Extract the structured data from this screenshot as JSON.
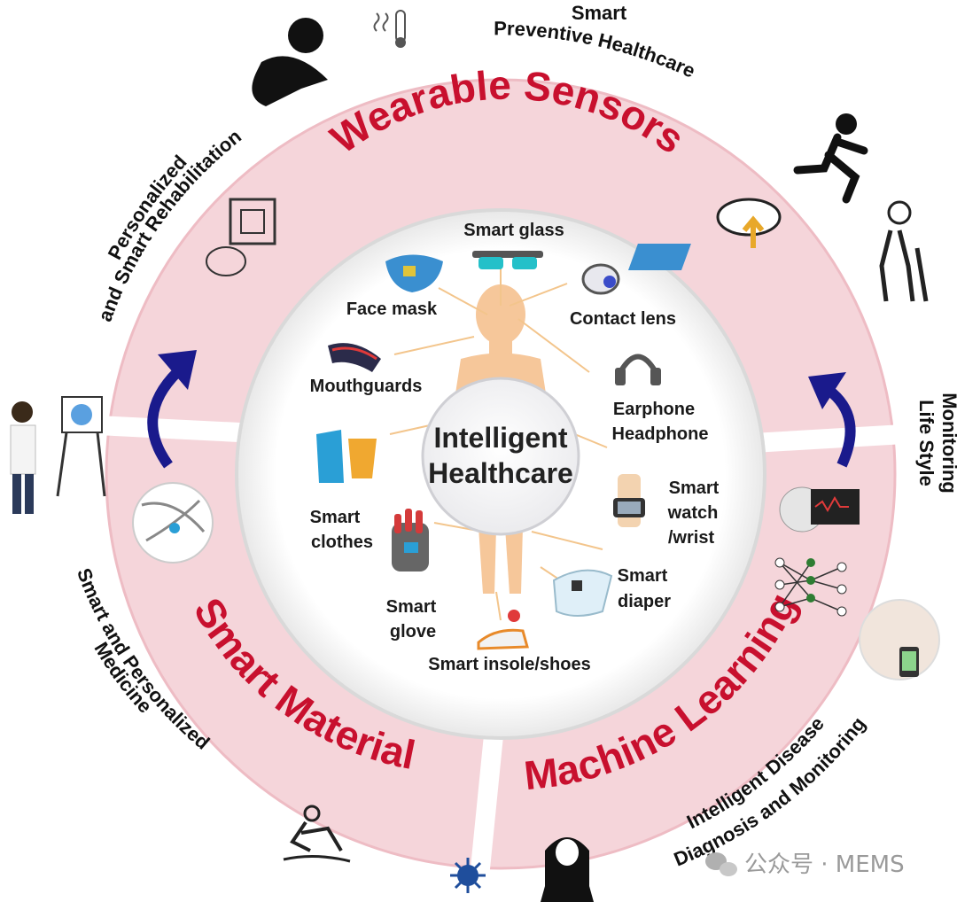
{
  "center": {
    "line1": "Intelligent",
    "line2": "Healthcare"
  },
  "sectors": {
    "wearable": "Wearable Sensors",
    "materials": "Smart Materials",
    "ml": "Machine Learning"
  },
  "outer_labels": {
    "preventive_line1": "Smart",
    "preventive_line2": "Preventive Healthcare",
    "rehab_line1": "Personalized",
    "rehab_line2": "and Smart Rehabilitation",
    "lifestyle_line1": "Life Style",
    "lifestyle_line2": "Monitoring",
    "medicine_line1": "Smart and Personalized",
    "medicine_line2": "Medicine",
    "disease_line1": "Intelligent Disease",
    "disease_line2": "Diagnosis and Monitoring"
  },
  "devices": {
    "smart_glass": "Smart glass",
    "face_mask": "Face mask",
    "contact_lens": "Contact lens",
    "mouthguards": "Mouthguards",
    "earphone_1": "Earphone",
    "earphone_2": "Headphone",
    "clothes_1": "Smart",
    "clothes_2": "clothes",
    "watch_1": "Smart",
    "watch_2": "watch",
    "watch_3": "/wrist",
    "glove_1": "Smart",
    "glove_2": "glove",
    "diaper_1": "Smart",
    "diaper_2": "diaper",
    "insole": "Smart insole/shoes"
  },
  "watermark": "公众号 · MEMS",
  "colors": {
    "ring": "#f5d5da",
    "ring_edge": "#eebcc4",
    "sector_text": "#c8102e",
    "arrow": "#1a1a8c",
    "body": "#f6c79a",
    "leader": "#f3c58c"
  }
}
